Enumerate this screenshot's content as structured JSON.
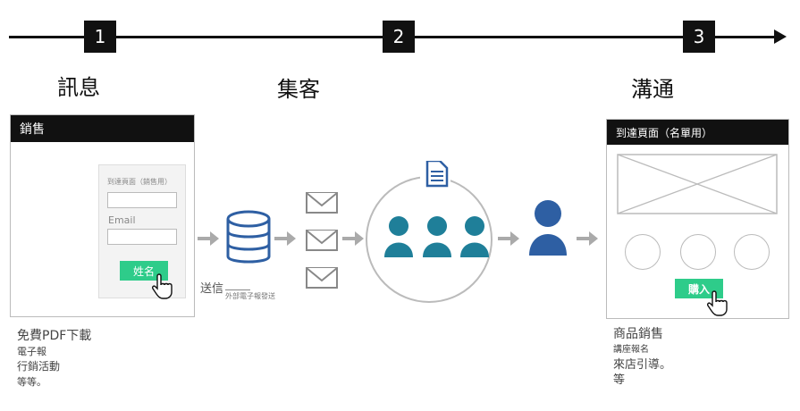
{
  "steps": [
    {
      "number": "1",
      "title": "訊息"
    },
    {
      "number": "2",
      "title": "集客"
    },
    {
      "number": "3",
      "title": "溝通"
    }
  ],
  "left_panel": {
    "header": "銷售",
    "form_title": "到達頁面（銷售用）",
    "email_label": "Email",
    "button_label": "姓名"
  },
  "left_caption": [
    "免費PDF下載",
    "電子報",
    "行銷活動",
    "等等。"
  ],
  "send_label": "送信",
  "send_sublabel": "外部電子報發送",
  "right_panel": {
    "header": "到達頁面（名單用）",
    "button_label": "購入"
  },
  "right_caption": [
    "商品銷售",
    "講座報名",
    "來店引導。",
    "等"
  ],
  "colors": {
    "accent_green": "#2ecc8a",
    "icon_blue": "#2e5fa3",
    "icon_teal": "#1f7f99",
    "arrow_grey": "#aaaaaa"
  },
  "icons": [
    "database-icon",
    "envelope-icon",
    "document-icon",
    "person-icon",
    "pointer-hand-icon"
  ]
}
